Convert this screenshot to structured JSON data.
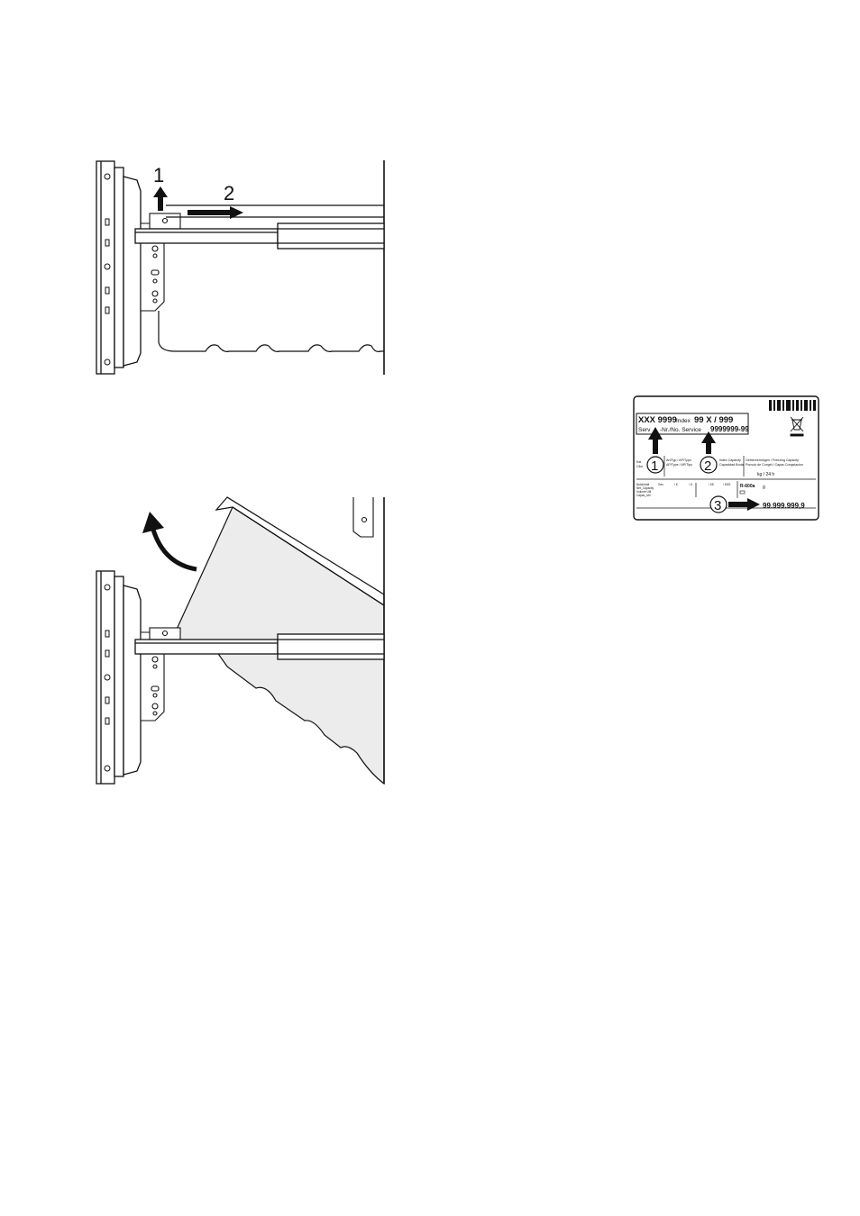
{
  "figure1": {
    "step_labels": [
      "1",
      "2"
    ]
  },
  "rating_plate": {
    "model_line": {
      "model": "XXX 9999",
      "index_label": "Index",
      "index_value": "99 X / 999"
    },
    "service_line": {
      "prefix": "Serv",
      "middle": "-Nr./No. Service",
      "value": "9999999-99"
    },
    "callouts": [
      "1",
      "2",
      "3"
    ],
    "serial_number": "99.999.999,9",
    "small_text": {
      "left_header": "Kat\nClim",
      "type_header": "Art/Typ / AP/Typo\nAP/Type / AP/Tipo",
      "capacity_header": "Index Capacity\nCapacidad Bruta",
      "freezing_header": "Gefriervermögen / Freezing Capacity\nPouvoir de Congél / Capac.Congelacion",
      "per_day": "kg / 24 h",
      "table_rows": [
        "Nutzinhalt",
        "Net_Capacity",
        "Volume Util",
        "Capac_Util"
      ],
      "refrigerant": "R-600a",
      "refrigerant_amount": "g"
    }
  }
}
